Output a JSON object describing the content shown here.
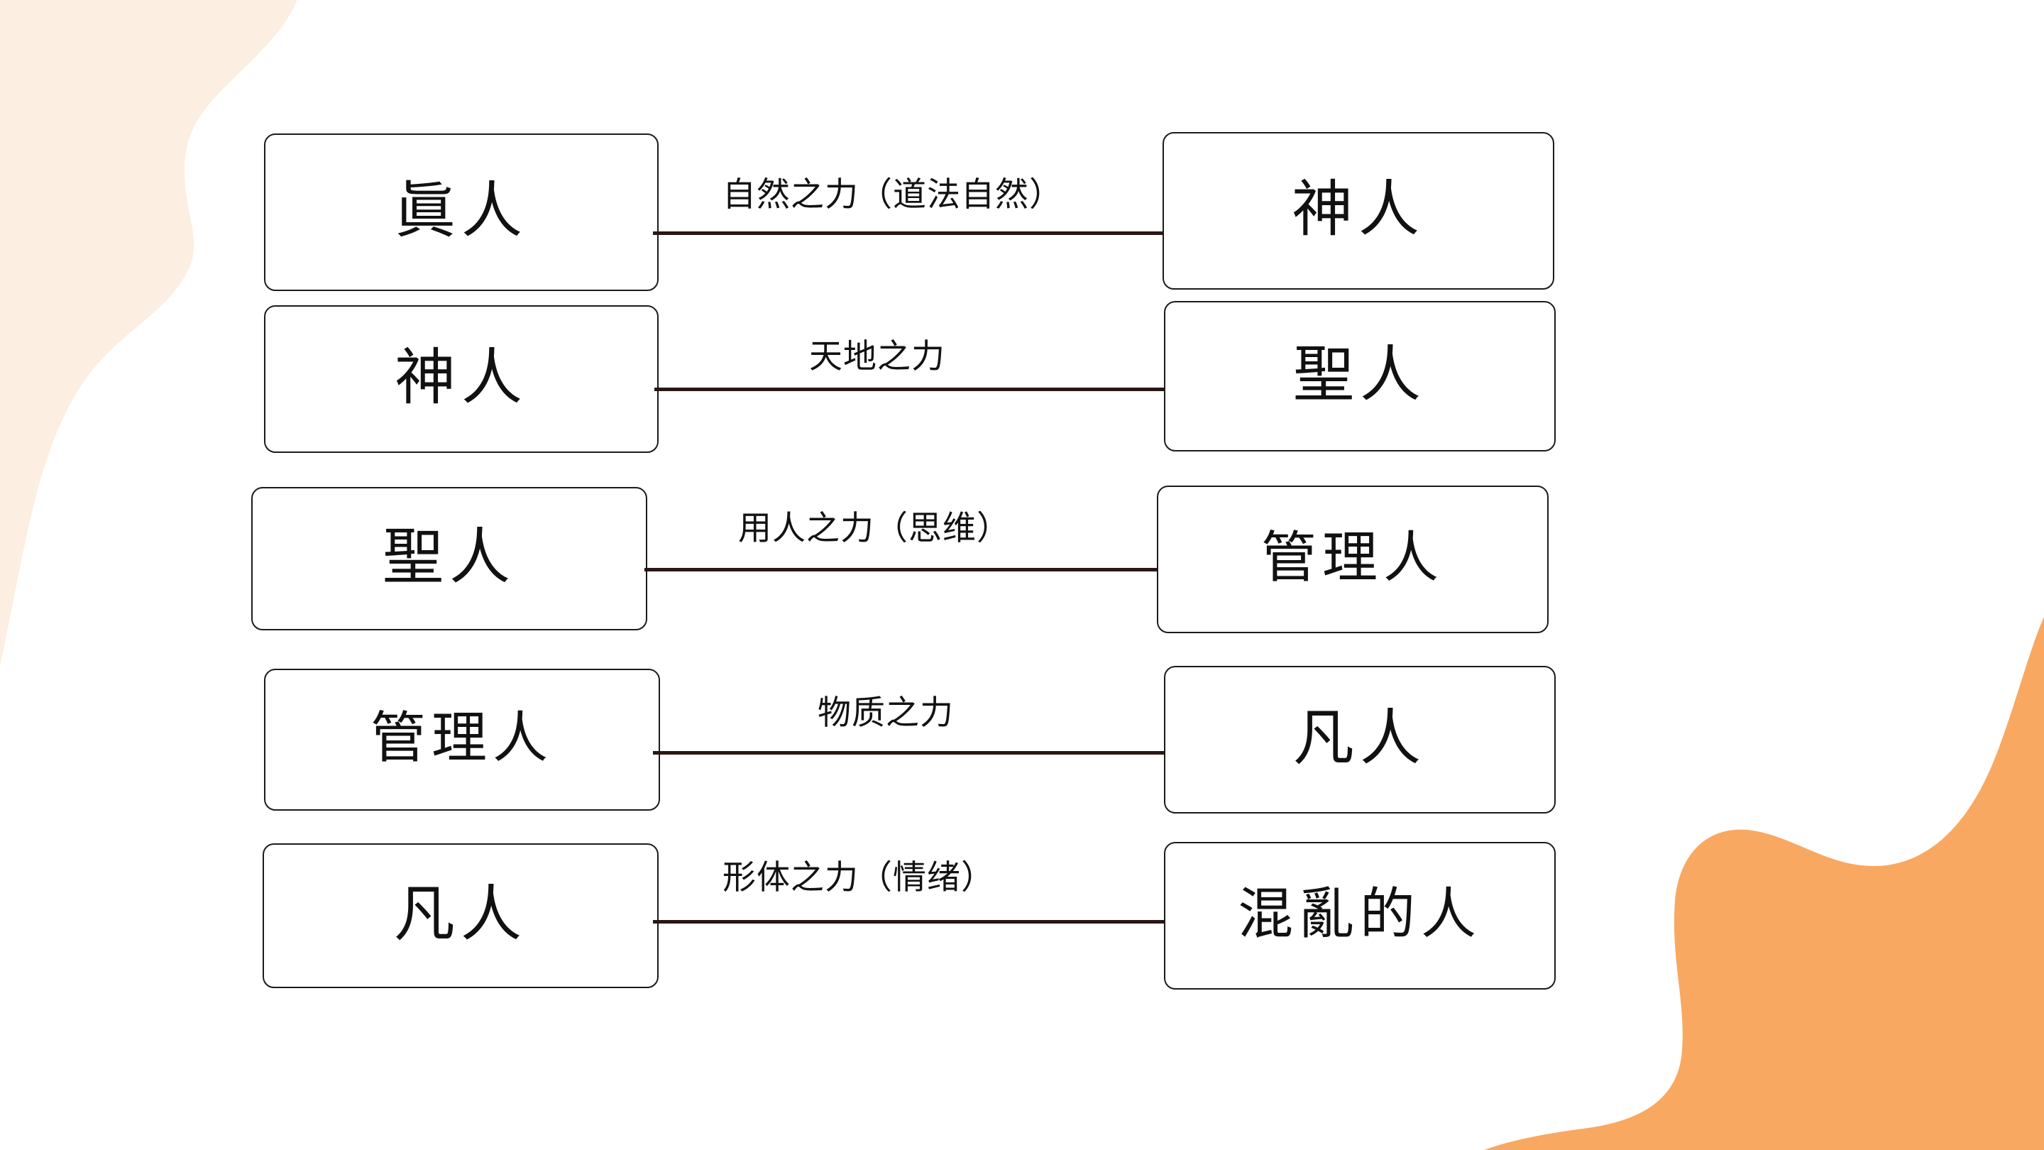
{
  "background": {
    "page_color": "#ffffff",
    "blob_top_left_color": "#fceee1",
    "blob_bottom_right_color": "#f9a861",
    "blob_top_left_name": "cream-blob",
    "blob_bottom_right_name": "orange-blob"
  },
  "style": {
    "box_border_color": "#1b1b1b",
    "box_fill_color": "#ffffff",
    "connector_color": "#2a1616",
    "text_color": "#111111"
  },
  "diagram": {
    "type": "paired-node-relationship-chart",
    "rows": [
      {
        "left_label": "眞人",
        "connector_label": "自然之力（道法自然）",
        "right_label": "神人"
      },
      {
        "left_label": "神人",
        "connector_label": "天地之力",
        "right_label": "聖人"
      },
      {
        "left_label": "聖人",
        "connector_label": "用人之力（思维）",
        "right_label": "管理人"
      },
      {
        "left_label": "管理人",
        "connector_label": "物质之力",
        "right_label": "凡人"
      },
      {
        "left_label": "凡人",
        "connector_label": "形体之力（情绪）",
        "right_label": "混亂的人"
      }
    ]
  }
}
